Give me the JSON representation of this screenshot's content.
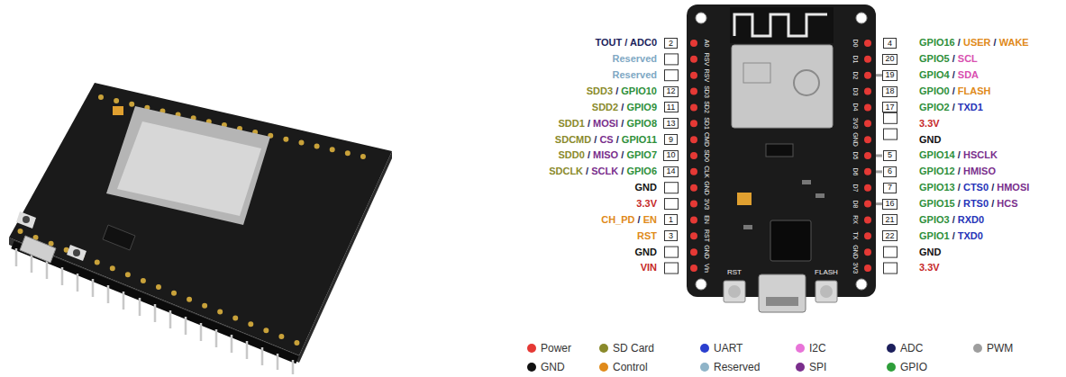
{
  "diagram": {
    "nodes": [
      {
        "text": [
          "2"
        ]
      },
      {
        "text": [
          "12"
        ]
      },
      {
        "text": [
          "11"
        ]
      },
      {
        "text": [
          "13"
        ]
      },
      {
        "text": [
          "9"
        ]
      },
      {
        "text": [
          "10"
        ]
      },
      {
        "text": [
          "14"
        ]
      },
      {
        "text": [
          "1"
        ]
      },
      {
        "text": [
          "3"
        ]
      },
      {
        "text": [
          "4"
        ]
      },
      {
        "text": [
          "20"
        ]
      },
      {
        "text": [
          "19"
        ]
      },
      {
        "text": [
          "18"
        ]
      },
      {
        "text": [
          "17"
        ]
      },
      {
        "text": [
          "5"
        ]
      },
      {
        "text": [
          "6"
        ]
      },
      {
        "text": [
          "7"
        ]
      },
      {
        "text": [
          "16"
        ]
      },
      {
        "text": [
          "21"
        ]
      },
      {
        "text": [
          "22"
        ]
      }
    ],
    "labels": [
      "TOUT / ADC0",
      "Reserved",
      "Reserved",
      "SDD3 / GPIO10",
      "SDD2 / GPIO9",
      "SDD1 / MOSI / GPIO8",
      "SDCMD / CS / GPIO11",
      "SDD0 / MISO / GPIO7",
      "SDCLK / SCLK / GPIO6",
      "GND",
      "3.3V",
      "CH_PD / EN",
      "RST",
      "GND",
      "VIN",
      "GPIO16 / USER / WAKE",
      "GPIO5 / SCL",
      "GPIO4 / SDA",
      "GPIO0 / FLASH",
      "GPIO2 / TXD1",
      "3.3V",
      "GND",
      "GPIO14 / HSCLK",
      "GPIO12 / HMISO",
      "GPIO13 / CTS0 / HMOSI",
      "GPIO15 / RTS0 / HCS",
      "GPIO3 / RXD0",
      "GPIO1 / TXD0",
      "GND",
      "3.3V",
      "A0",
      "RSV",
      "RSV",
      "SD3",
      "SD2",
      "SD1",
      "CMD",
      "SD0",
      "CLK",
      "GND",
      "3V3",
      "EN",
      "RST",
      "GND",
      "Vin",
      "D0",
      "D1",
      "D2",
      "D3",
      "D4",
      "3V3",
      "GND",
      "D5",
      "D6",
      "D7",
      "D8",
      "RX",
      "TX",
      "GND",
      "3V3",
      "RST",
      "FLASH"
    ],
    "legend": [
      {
        "text": "Power",
        "color": "#e53935"
      },
      {
        "text": "SD Card",
        "color": "#8a8a2b"
      },
      {
        "text": "UART",
        "color": "#2b3fcf"
      },
      {
        "text": "I2C",
        "color": "#e874d8"
      },
      {
        "text": "ADC",
        "color": "#1c1f5c"
      },
      {
        "text": "PWM",
        "color": "#9e9e9e"
      },
      {
        "text": "GND",
        "color": "#111111"
      },
      {
        "text": "Control",
        "color": "#e08a1a"
      },
      {
        "text": "Reserved",
        "color": "#8fb4c8"
      },
      {
        "text": "SPI",
        "color": "#7a2e8c"
      },
      {
        "text": "GPIO",
        "color": "#2e9e3a"
      }
    ]
  }
}
